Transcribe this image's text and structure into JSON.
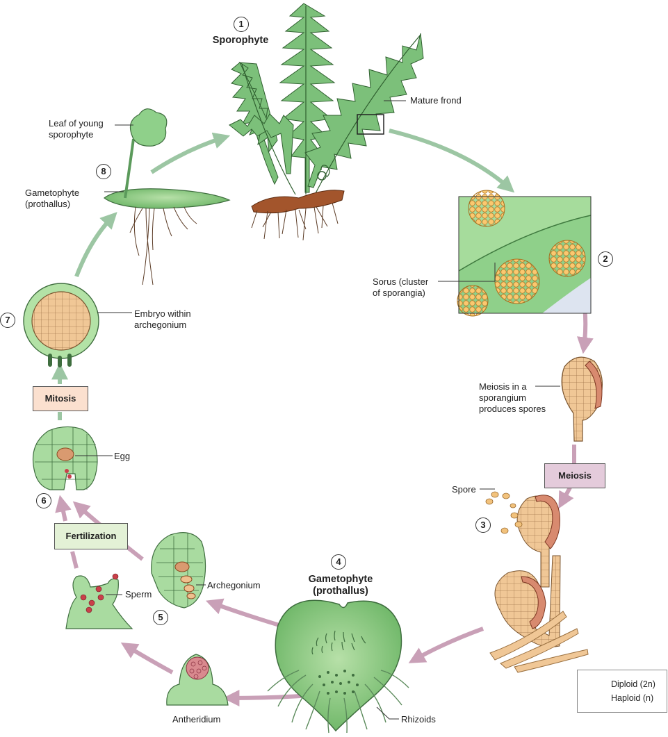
{
  "colors": {
    "diploid": "#9cc6a3",
    "haploid": "#c9a0b7",
    "fern_green": "#7cc07a",
    "sporangium": "#f2c88c",
    "annulus": "#d88a6f",
    "mitosis_box": "#fbe0cf",
    "meiosis_box": "#e4cbdb",
    "fertilization_box": "#e3f1d6"
  },
  "stages": {
    "s1": {
      "num": "1",
      "title": "Sporophyte"
    },
    "s2": {
      "num": "2"
    },
    "s3": {
      "num": "3"
    },
    "s4": {
      "num": "4",
      "title": "Gametophyte\n(prothallus)"
    },
    "s5": {
      "num": "5"
    },
    "s6": {
      "num": "6"
    },
    "s7": {
      "num": "7"
    },
    "s8": {
      "num": "8"
    }
  },
  "labels": {
    "mature_frond": "Mature frond",
    "leaf_young": "Leaf of young\nsporophyte",
    "gametophyte_prothallus": "Gametophyte\n(prothallus)",
    "sorus": "Sorus (cluster\nof sporangia)",
    "embryo": "Embryo within\narchegonium",
    "meiosis_sporangium": "Meiosis in a\nsporangium\nproduces spores",
    "spore": "Spore",
    "egg": "Egg",
    "archegonium": "Archegonium",
    "sperm": "Sperm",
    "antheridium": "Antheridium",
    "rhizoids": "Rhizoids"
  },
  "process_boxes": {
    "mitosis": "Mitosis",
    "meiosis": "Meiosis",
    "fertilization": "Fertilization"
  },
  "legend": {
    "diploid": "Diploid (2n)",
    "haploid": "Haploid (n)"
  }
}
